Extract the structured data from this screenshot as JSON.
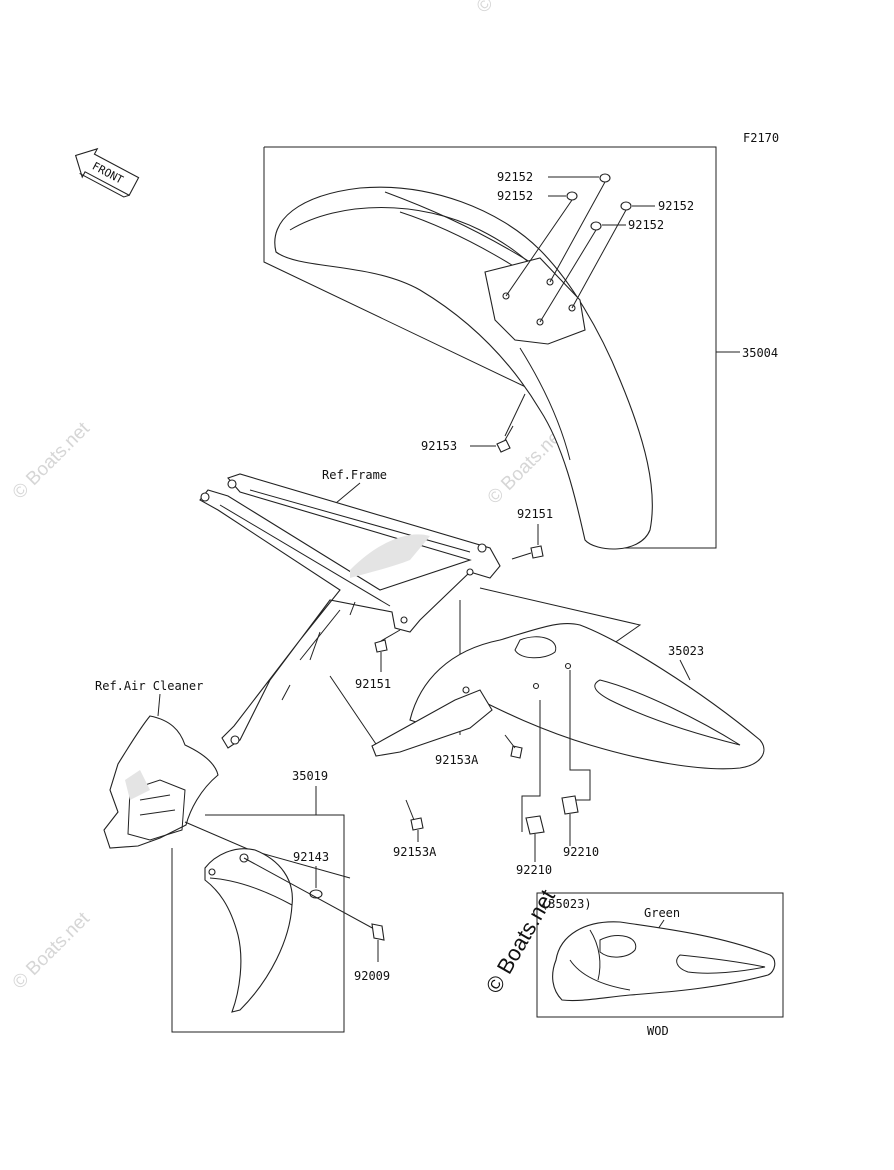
{
  "figure_code": "F2170",
  "front_label": "FRONT",
  "callouts": {
    "washer_1": "92152",
    "washer_2": "92152",
    "washer_3": "92152",
    "washer_4": "92152",
    "front_fender": "35004",
    "front_fender_bolt": "92153",
    "ref_frame": "Ref.Frame",
    "frame_bolt_upper": "92151",
    "frame_bolt_lower": "92151",
    "rear_fender": "35023",
    "ref_air_cleaner": "Ref.Air Cleaner",
    "mud_flap": "35019",
    "bolt_a_right": "92153A",
    "bolt_a_lower": "92153A",
    "nut_right": "92210",
    "nut_left": "92210",
    "flap_washer": "92143",
    "flap_bolt": "92009",
    "inset_ref": "(35023)",
    "inset_color": "Green",
    "inset_model": "WOD"
  },
  "watermark": "© Boats.net"
}
